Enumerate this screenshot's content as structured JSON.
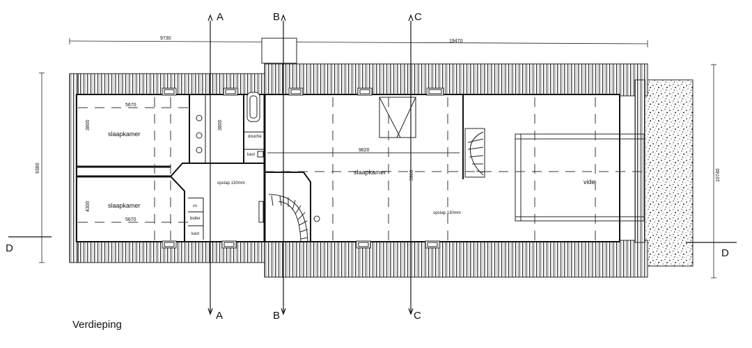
{
  "title": "Verdieping",
  "sections": {
    "a": "A",
    "b": "B",
    "c": "C",
    "d": "D"
  },
  "dimensions": {
    "top_left": "9730",
    "top_right": "19470",
    "left_height": "9360",
    "right_height": "10740",
    "room_top_width": "5670",
    "room_bottom_width": "5670",
    "room_top_depth": "3800",
    "bath_depth": "3800",
    "room_bottom_depth": "4300",
    "center_width": "9820",
    "center_depth": "5960"
  },
  "rooms": {
    "slaapkamer_1": "slaapkamer",
    "slaapkamer_2": "slaapkamer",
    "slaapkamer_3": "slaapkamer",
    "vide": "vide",
    "douche": "douche",
    "kast_1": "kast",
    "kast_2": "kast",
    "cv": "cv",
    "boiler": "boiler",
    "opstap_1": "opstap 130mm",
    "opstap_2": "opstap 130mm"
  }
}
